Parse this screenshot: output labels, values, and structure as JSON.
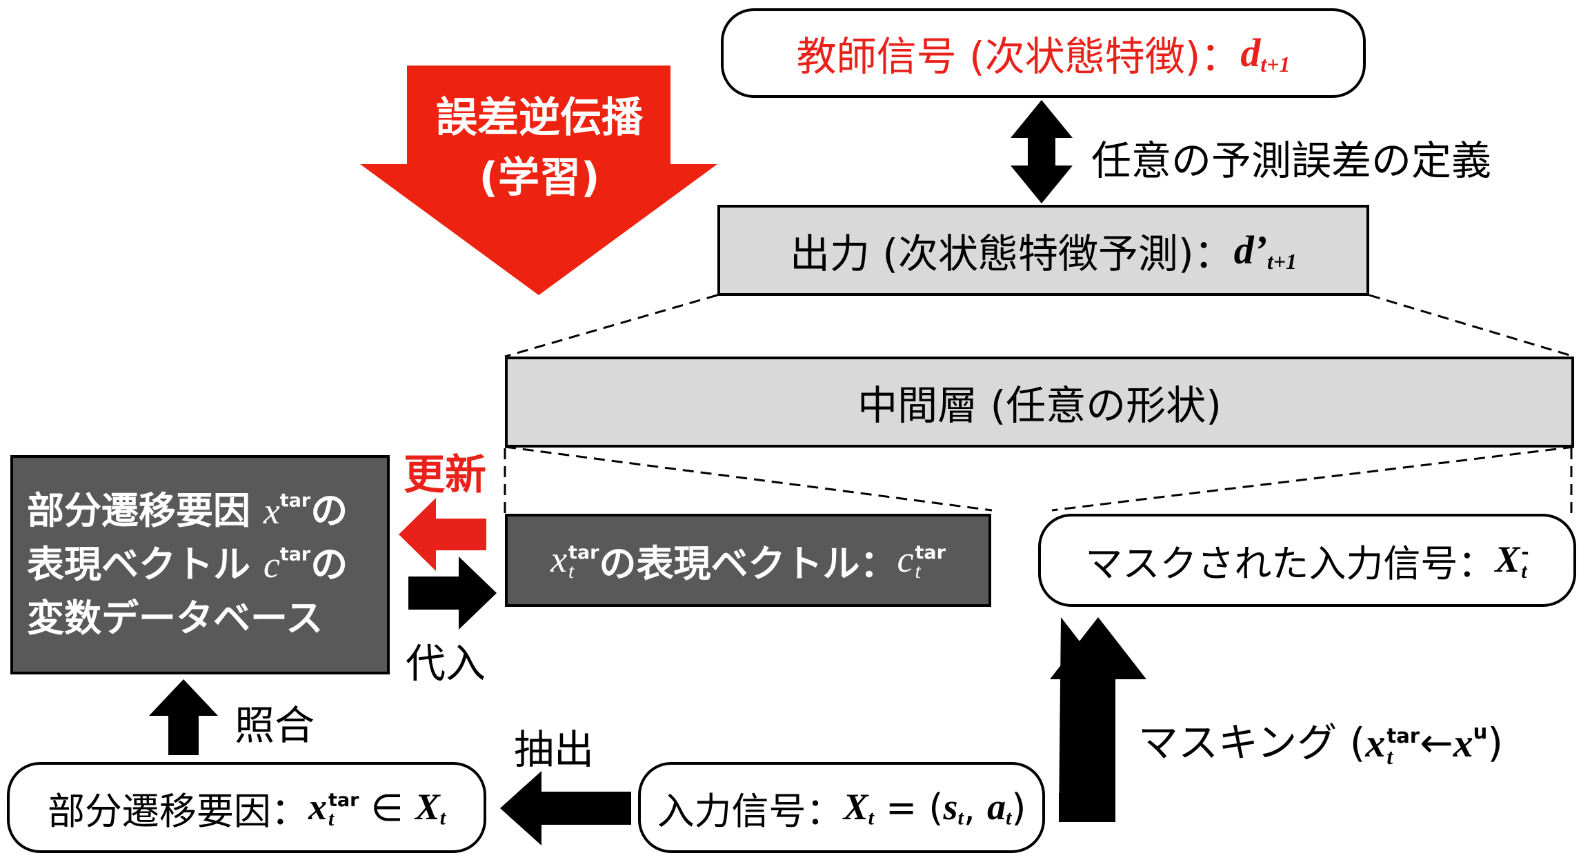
{
  "teacher": {
    "label": "教師信号 (次状態特徴)：",
    "sym": "d",
    "sub": "t+1",
    "color": "#e8221a"
  },
  "error_def": "任意の予測誤差の定義",
  "backprop": {
    "line1": "誤差逆伝播",
    "line2": "(学習)",
    "color": "#ee2211"
  },
  "output": {
    "label": "出力 (次状態特徴予測)：",
    "sym": "d’",
    "sub": "t+1"
  },
  "hidden": {
    "label": "中間層 (任意の形状)"
  },
  "update": {
    "label": "更新",
    "color": "#e8221a"
  },
  "database": {
    "line1_a": "部分遷移要因 ",
    "line1_sym": "x",
    "line1_sup": "tar",
    "line1_b": "の",
    "line2_a": "表現ベクトル ",
    "line2_sym": "c",
    "line2_sup": "tar",
    "line2_b": "の",
    "line3": "変数データベース"
  },
  "substitute": "代入",
  "repr": {
    "sym1": "x",
    "sup1": "tar",
    "sub1": "t",
    "mid": " の表現ベクトル：",
    "sym2": "c",
    "sup2": "tar",
    "sub2": "t"
  },
  "masked": {
    "label": "マスクされた入力信号：",
    "sym": "X",
    "sup": "-",
    "sub": "t"
  },
  "masking": {
    "label": "マスキング (",
    "sym1": "x",
    "sup1": "tar",
    "sub1": "t",
    "arrow": "←",
    "sym2": "x",
    "sup2": "u",
    "end": ")"
  },
  "match": "照合",
  "extract": "抽出",
  "partial": {
    "label": "部分遷移要因：",
    "sym1": "x",
    "sup1": "tar",
    "sub1": "t",
    "elem": " ∈ ",
    "sym2": "X",
    "sub2": "t"
  },
  "input": {
    "label": "入力信号：",
    "sym1": "X",
    "sub1": "t",
    "eq": " = (",
    "sym2": "s",
    "sub2": "t",
    "comma": ", ",
    "sym3": "a",
    "sub3": "t",
    "end": ")"
  }
}
